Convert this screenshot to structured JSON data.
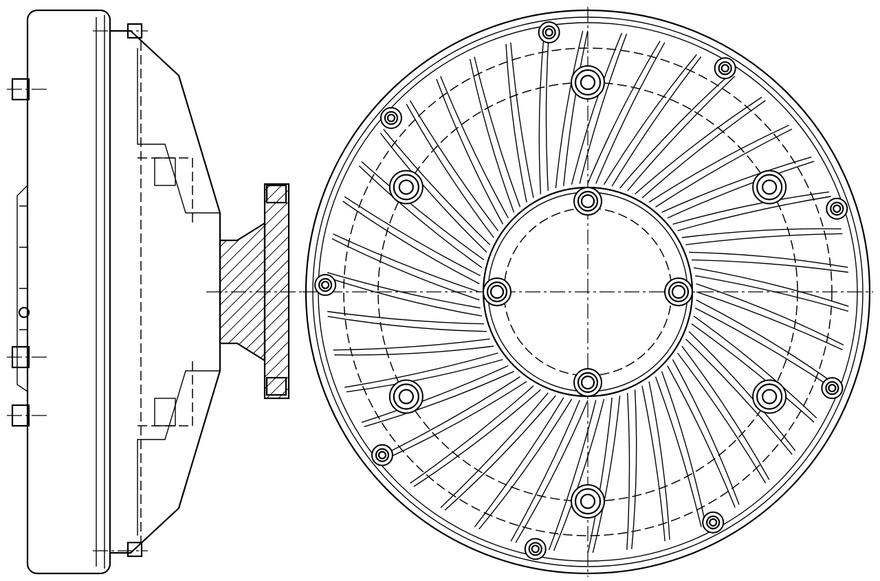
{
  "drawing": {
    "subject": "fan-clutch",
    "views": [
      "side-section-view",
      "front-view"
    ],
    "stroke_color": "#000000",
    "background": "#ffffff"
  }
}
